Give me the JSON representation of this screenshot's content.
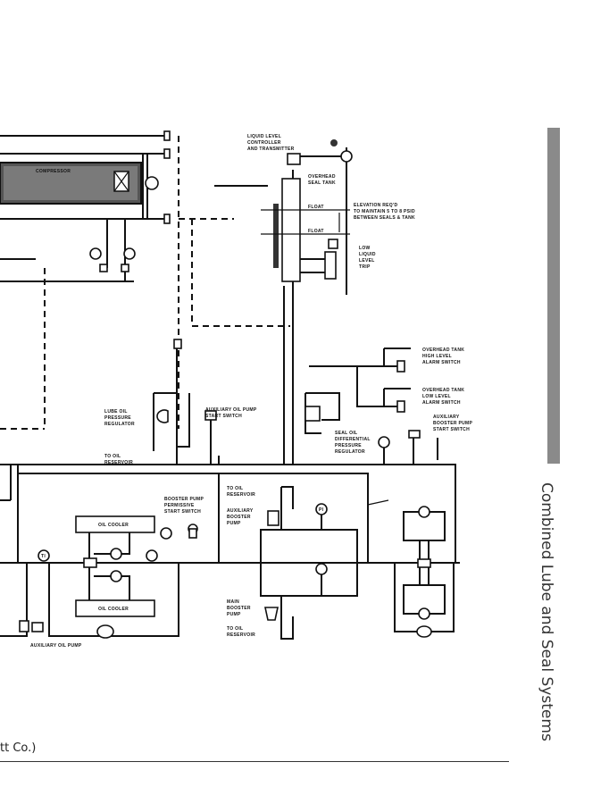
{
  "side_tab": {
    "title": "Combined Lube and Seal Systems"
  },
  "caption": {
    "text": "tt Co.)"
  },
  "diagram": {
    "labels": {
      "compressor": "COMPRESSOR",
      "liquid_level_controller": [
        "LIQUID LEVEL",
        "CONTROLLER",
        "AND TRANSMITTER"
      ],
      "overhead_seal_tank": [
        "OVERHEAD",
        "SEAL TANK"
      ],
      "float_upper": "FLOAT",
      "float_lower": "FLOAT",
      "elevation_note": [
        "ELEVATION REQ'D",
        "TO MAINTAIN 5 TO 8 PSID",
        "BETWEEN SEALS & TANK"
      ],
      "low_liquid_level_trip": [
        "LOW",
        "LIQUID",
        "LEVEL",
        "TRIP"
      ],
      "high_level_alarm": [
        "OVERHEAD TANK",
        "HIGH LEVEL",
        "ALARM SWITCH"
      ],
      "low_level_alarm": [
        "OVERHEAD TANK",
        "LOW LEVEL",
        "ALARM SWITCH"
      ],
      "lube_oil_pressure_regulator": [
        "LUBE OIL",
        "PRESSURE",
        "REGULATOR"
      ],
      "aux_oil_pump_start_switch": [
        "AUXILIARY OIL PUMP",
        "START SWITCH"
      ],
      "to_oil_reservoir_1": [
        "TO OIL",
        "RESERVOIR"
      ],
      "seal_oil_diff_regulator": [
        "SEAL OIL",
        "DIFFERENTIAL",
        "PRESSURE",
        "REGULATOR"
      ],
      "aux_booster_pump_start_switch": [
        "AUXILIARY",
        "BOOSTER PUMP",
        "START SWITCH"
      ],
      "booster_pump_permissive": [
        "BOOSTER PUMP",
        "PERMISSIVE",
        "START SWITCH"
      ],
      "oil_cooler_upper": "OIL COOLER",
      "oil_cooler_lower": "OIL COOLER",
      "auxiliary_oil_pump": "AUXILIARY OIL PUMP",
      "to_oil_reservoir_2": [
        "TO OIL",
        "RESERVOIR"
      ],
      "auxiliary_booster_pump": [
        "AUXILIARY",
        "BOOSTER",
        "PUMP"
      ],
      "main_booster_pump": [
        "MAIN",
        "BOOSTER",
        "PUMP"
      ],
      "to_oil_reservoir_3": [
        "TO OIL",
        "RESERVOIR"
      ],
      "ti": "TI",
      "pi": "PI"
    }
  }
}
